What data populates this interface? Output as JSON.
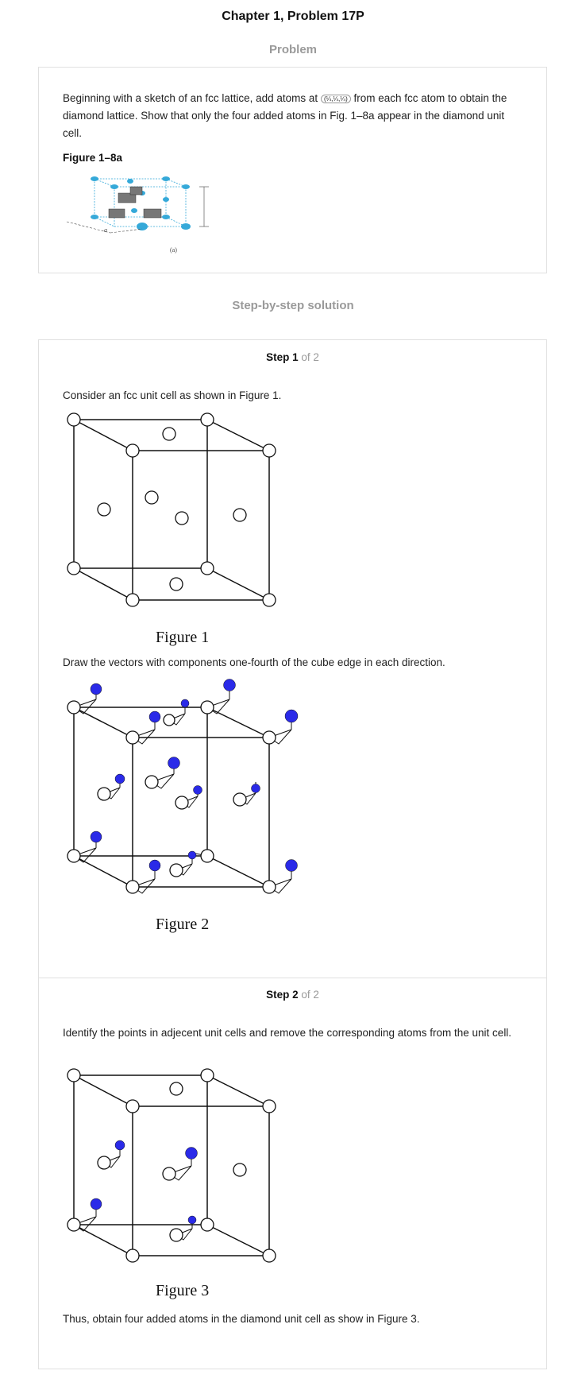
{
  "page_title": "Chapter 1, Problem 17P",
  "problem_label": "Problem",
  "problem": {
    "text_before": "Beginning with a sketch of an fcc lattice, add atoms at",
    "fraction": "(¼,¼,¼)",
    "text_after": "from each fcc atom to obtain the diamond lattice. Show that only the four added atoms in Fig. 1–8a appear in the diamond unit cell.",
    "figure_label": "Figure 1–8a",
    "figure_axis_a": "a",
    "figure_sub": "(a)"
  },
  "solution_label": "Step-by-step solution",
  "steps": [
    {
      "step_word": "Step 1",
      "of_total": "of 2",
      "text1": "Consider an fcc unit cell as shown in Figure 1.",
      "caption1": "Figure 1",
      "text2": "Draw the vectors with components one-fourth of the cube edge in each direction.",
      "caption2": "Figure 2"
    },
    {
      "step_word": "Step 2",
      "of_total": "of 2",
      "text1": "Identify the points in adjecent unit cells and remove the corresponding atoms from the unit cell.",
      "caption1": "Figure 3",
      "text2": "Thus, obtain four added atoms in the diamond unit cell as show in Figure 3."
    }
  ],
  "colors": {
    "atom_fill": "#2a2ae8",
    "fig_cyan": "#35a9d9",
    "section_gray": "#9a9a9a"
  }
}
